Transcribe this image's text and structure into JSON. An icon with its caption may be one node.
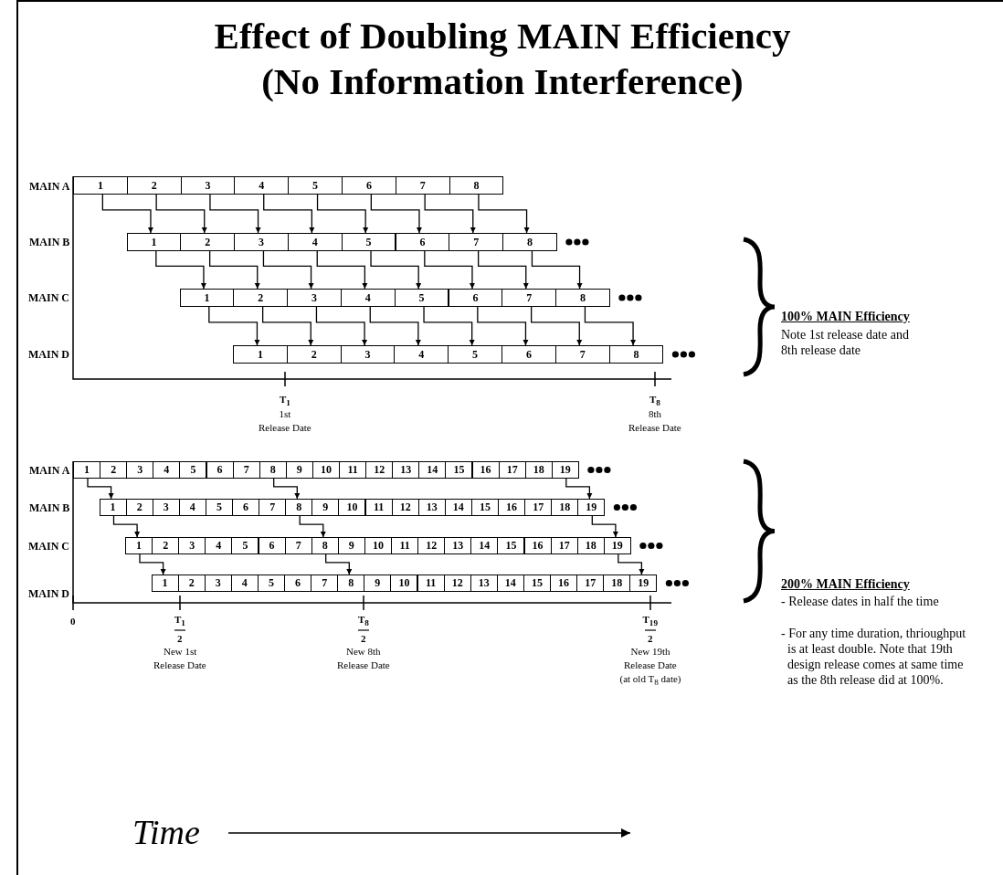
{
  "diagram": {
    "title": "Effect of Doubling MAIN Efficiency (No Information Interference)",
    "nodes": [
      {
        "text": [
          "1"
        ]
      },
      {
        "text": [
          "2"
        ]
      },
      {
        "text": [
          "3"
        ]
      },
      {
        "text": [
          "4"
        ]
      },
      {
        "text": [
          "5"
        ]
      },
      {
        "text": [
          "6"
        ]
      },
      {
        "text": [
          "7"
        ]
      },
      {
        "text": [
          "8"
        ]
      },
      {
        "text": [
          "1"
        ]
      },
      {
        "text": [
          "2"
        ]
      },
      {
        "text": [
          "3"
        ]
      },
      {
        "text": [
          "4"
        ]
      },
      {
        "text": [
          "5"
        ]
      },
      {
        "text": [
          "6"
        ]
      },
      {
        "text": [
          "7"
        ]
      },
      {
        "text": [
          "8"
        ]
      },
      {
        "text": [
          "1"
        ]
      },
      {
        "text": [
          "2"
        ]
      },
      {
        "text": [
          "3"
        ]
      },
      {
        "text": [
          "4"
        ]
      },
      {
        "text": [
          "5"
        ]
      },
      {
        "text": [
          "6"
        ]
      },
      {
        "text": [
          "7"
        ]
      },
      {
        "text": [
          "8"
        ]
      },
      {
        "text": [
          "1"
        ]
      },
      {
        "text": [
          "2"
        ]
      },
      {
        "text": [
          "3"
        ]
      },
      {
        "text": [
          "4"
        ]
      },
      {
        "text": [
          "5"
        ]
      },
      {
        "text": [
          "6"
        ]
      },
      {
        "text": [
          "7"
        ]
      },
      {
        "text": [
          "8"
        ]
      },
      {
        "text": [
          "1"
        ]
      },
      {
        "text": [
          "2"
        ]
      },
      {
        "text": [
          "3"
        ]
      },
      {
        "text": [
          "4"
        ]
      },
      {
        "text": [
          "5"
        ]
      },
      {
        "text": [
          "6"
        ]
      },
      {
        "text": [
          "7"
        ]
      },
      {
        "text": [
          "8"
        ]
      },
      {
        "text": [
          "9"
        ]
      },
      {
        "text": [
          "10"
        ]
      },
      {
        "text": [
          "11"
        ]
      },
      {
        "text": [
          "12"
        ]
      },
      {
        "text": [
          "13"
        ]
      },
      {
        "text": [
          "14"
        ]
      },
      {
        "text": [
          "15"
        ]
      },
      {
        "text": [
          "16"
        ]
      },
      {
        "text": [
          "17"
        ]
      },
      {
        "text": [
          "18"
        ]
      },
      {
        "text": [
          "19"
        ]
      },
      {
        "text": [
          "1"
        ]
      },
      {
        "text": [
          "2"
        ]
      },
      {
        "text": [
          "3"
        ]
      },
      {
        "text": [
          "4"
        ]
      },
      {
        "text": [
          "5"
        ]
      },
      {
        "text": [
          "6"
        ]
      },
      {
        "text": [
          "7"
        ]
      },
      {
        "text": [
          "8"
        ]
      },
      {
        "text": [
          "9"
        ]
      },
      {
        "text": [
          "10"
        ]
      },
      {
        "text": [
          "11"
        ]
      },
      {
        "text": [
          "12"
        ]
      },
      {
        "text": [
          "13"
        ]
      },
      {
        "text": [
          "14"
        ]
      },
      {
        "text": [
          "15"
        ]
      },
      {
        "text": [
          "16"
        ]
      },
      {
        "text": [
          "17"
        ]
      },
      {
        "text": [
          "18"
        ]
      },
      {
        "text": [
          "19"
        ]
      },
      {
        "text": [
          "1"
        ]
      },
      {
        "text": [
          "2"
        ]
      },
      {
        "text": [
          "3"
        ]
      },
      {
        "text": [
          "4"
        ]
      },
      {
        "text": [
          "5"
        ]
      },
      {
        "text": [
          "6"
        ]
      },
      {
        "text": [
          "7"
        ]
      },
      {
        "text": [
          "8"
        ]
      },
      {
        "text": [
          "9"
        ]
      },
      {
        "text": [
          "10"
        ]
      },
      {
        "text": [
          "11"
        ]
      },
      {
        "text": [
          "12"
        ]
      },
      {
        "text": [
          "13"
        ]
      },
      {
        "text": [
          "14"
        ]
      },
      {
        "text": [
          "15"
        ]
      },
      {
        "text": [
          "16"
        ]
      },
      {
        "text": [
          "17"
        ]
      },
      {
        "text": [
          "18"
        ]
      },
      {
        "text": [
          "19"
        ]
      },
      {
        "text": [
          "1"
        ]
      },
      {
        "text": [
          "2"
        ]
      },
      {
        "text": [
          "3"
        ]
      },
      {
        "text": [
          "4"
        ]
      },
      {
        "text": [
          "5"
        ]
      },
      {
        "text": [
          "6"
        ]
      },
      {
        "text": [
          "7"
        ]
      },
      {
        "text": [
          "8"
        ]
      },
      {
        "text": [
          "9"
        ]
      },
      {
        "text": [
          "10"
        ]
      },
      {
        "text": [
          "11"
        ]
      },
      {
        "text": [
          "12"
        ]
      },
      {
        "text": [
          "13"
        ]
      },
      {
        "text": [
          "14"
        ]
      },
      {
        "text": [
          "15"
        ]
      },
      {
        "text": [
          "16"
        ]
      },
      {
        "text": [
          "17"
        ]
      },
      {
        "text": [
          "18"
        ]
      },
      {
        "text": [
          "19"
        ]
      }
    ],
    "edges": [
      {
        "from": 0,
        "to": 8,
        "arrow": "to"
      },
      {
        "from": 1,
        "to": 9,
        "arrow": "to"
      },
      {
        "from": 2,
        "to": 10,
        "arrow": "to"
      },
      {
        "from": 3,
        "to": 11,
        "arrow": "to"
      },
      {
        "from": 4,
        "to": 12,
        "arrow": "to"
      },
      {
        "from": 5,
        "to": 13,
        "arrow": "to"
      },
      {
        "from": 6,
        "to": 14,
        "arrow": "to"
      },
      {
        "from": 7,
        "to": 15,
        "arrow": "to"
      },
      {
        "from": 8,
        "to": 16,
        "arrow": "to"
      },
      {
        "from": 9,
        "to": 17,
        "arrow": "to"
      },
      {
        "from": 10,
        "to": 18,
        "arrow": "to"
      },
      {
        "from": 11,
        "to": 19,
        "arrow": "to"
      },
      {
        "from": 12,
        "to": 20,
        "arrow": "to"
      },
      {
        "from": 13,
        "to": 21,
        "arrow": "to"
      },
      {
        "from": 14,
        "to": 22,
        "arrow": "to"
      },
      {
        "from": 15,
        "to": 23,
        "arrow": "to"
      },
      {
        "from": 16,
        "to": 24,
        "arrow": "to"
      },
      {
        "from": 17,
        "to": 25,
        "arrow": "to"
      },
      {
        "from": 18,
        "to": 26,
        "arrow": "to"
      },
      {
        "from": 19,
        "to": 27,
        "arrow": "to"
      },
      {
        "from": 20,
        "to": 28,
        "arrow": "to"
      },
      {
        "from": 21,
        "to": 29,
        "arrow": "to"
      },
      {
        "from": 22,
        "to": 30,
        "arrow": "to"
      },
      {
        "from": 23,
        "to": 31,
        "arrow": "to"
      },
      {
        "from": 32,
        "to": 51,
        "arrow": "to"
      },
      {
        "from": 39,
        "to": 58,
        "arrow": "to"
      },
      {
        "from": 50,
        "to": 69,
        "arrow": "to"
      },
      {
        "from": 51,
        "to": 70,
        "arrow": "to"
      },
      {
        "from": 58,
        "to": 77,
        "arrow": "to"
      },
      {
        "from": 69,
        "to": 88,
        "arrow": "to"
      },
      {
        "from": 70,
        "to": 89,
        "arrow": "to"
      },
      {
        "from": 77,
        "to": 96,
        "arrow": "to"
      },
      {
        "from": 88,
        "to": 107,
        "arrow": "to"
      }
    ],
    "labels": [
      "MAIN A",
      "MAIN B",
      "MAIN C",
      "MAIN D",
      "100% MAIN Efficiency",
      "Note 1st release date and 8th release date",
      "T$_{1}$",
      "1st",
      "Release Date",
      "T$_{8}$",
      "8th",
      "Release Date",
      "MAIN A",
      "MAIN B",
      "MAIN C",
      "MAIN D",
      "200% MAIN Efficiency",
      "- Release dates in half the time",
      "- For any time duration, thrioughput is at least double. Note that 19th design release comes at same time as the 8th release did at 100%.",
      "0",
      "T$_{1}$",
      "2",
      "New 1st",
      "Release Date",
      "T$_{8}$",
      "2",
      "New 8th",
      "Release Date",
      "T$_{19}$",
      "2",
      "New 19th",
      "Release Date",
      "(at old T$_{8}$ date)",
      "Time"
    ]
  }
}
